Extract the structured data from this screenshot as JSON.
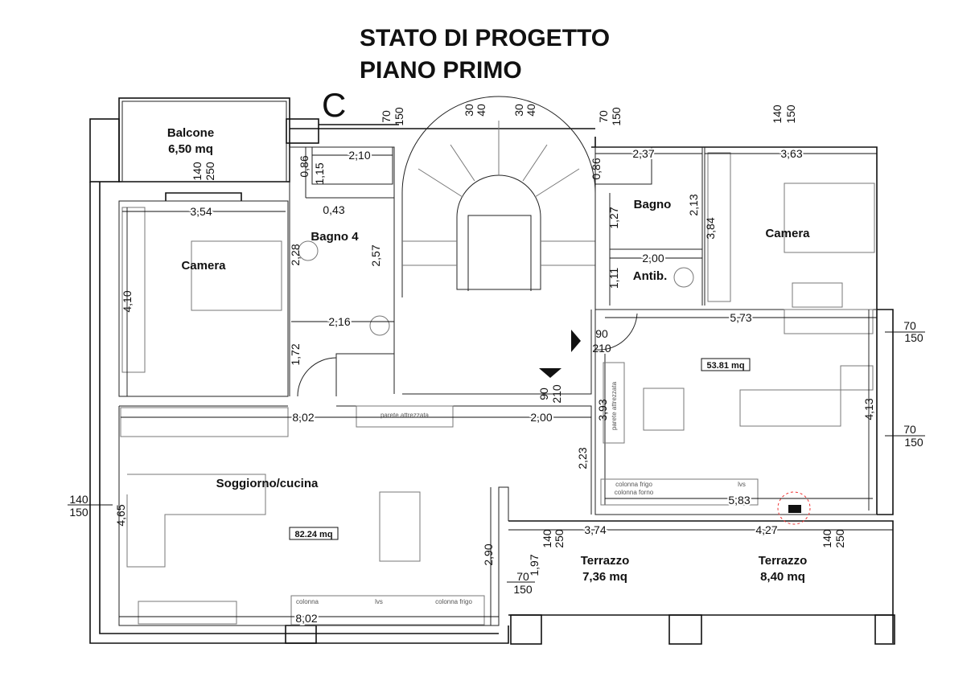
{
  "title": {
    "line1": "STATO DI PROGETTO",
    "line2": "PIANO PRIMO",
    "section_letter": "C"
  },
  "rooms": {
    "balcone": {
      "name": "Balcone",
      "area": "6,50 mq"
    },
    "camera_left": {
      "name": "Camera"
    },
    "bagno4": {
      "name": "Bagno 4"
    },
    "bagno": {
      "name": "Bagno"
    },
    "antibagno": {
      "name": "Antib."
    },
    "camera_right": {
      "name": "Camera"
    },
    "soggiorno": {
      "name": "Soggiorno/cucina"
    },
    "terrazzo1": {
      "name": "Terrazzo",
      "area": "7,36 mq"
    },
    "terrazzo2": {
      "name": "Terrazzo",
      "area": "8,40 mq"
    }
  },
  "area_boxes": {
    "right_unit": "53.81 mq",
    "left_unit": "82.24 mq"
  },
  "dimensions": {
    "h": [
      "2,10",
      "3,54",
      "0,43",
      "2,16",
      "2,37",
      "3,63",
      "2,00",
      "5,73",
      "8,02",
      "2,00",
      "5,83",
      "3,74",
      "4,27",
      "8,02"
    ],
    "v": [
      "0,86",
      "1,15",
      "2,28",
      "2,57",
      "4,10",
      "1,72",
      "0,86",
      "1,27",
      "2,13",
      "3,84",
      "1,11",
      "3,93",
      "4,13",
      "2,23",
      "4,65",
      "2,90",
      "1,97"
    ]
  },
  "openings": {
    "top": [
      [
        "70",
        "150"
      ],
      [
        "30",
        "40"
      ],
      [
        "30",
        "40"
      ],
      [
        "70",
        "150"
      ],
      [
        "140",
        "150"
      ],
      [
        "140",
        "250"
      ]
    ],
    "bottom": [
      [
        "140",
        "250"
      ],
      [
        "140",
        "250"
      ],
      [
        "90",
        "210"
      ]
    ],
    "side": [
      [
        "70",
        "150"
      ],
      [
        "70",
        "150"
      ],
      [
        "140",
        "150"
      ],
      [
        "70",
        "150"
      ],
      [
        "90",
        "210"
      ]
    ]
  },
  "furniture": {
    "parete1": "parete attrezzata",
    "parete2": "parete attrezzata",
    "colonna_frigo_r": "colonna frigo",
    "colonna_forno_r": "colonna forno",
    "lvs_r": "lvs",
    "colonna_l": "colonna",
    "lvs_l": "lvs",
    "colonna_frigo_l": "colonna frigo"
  }
}
